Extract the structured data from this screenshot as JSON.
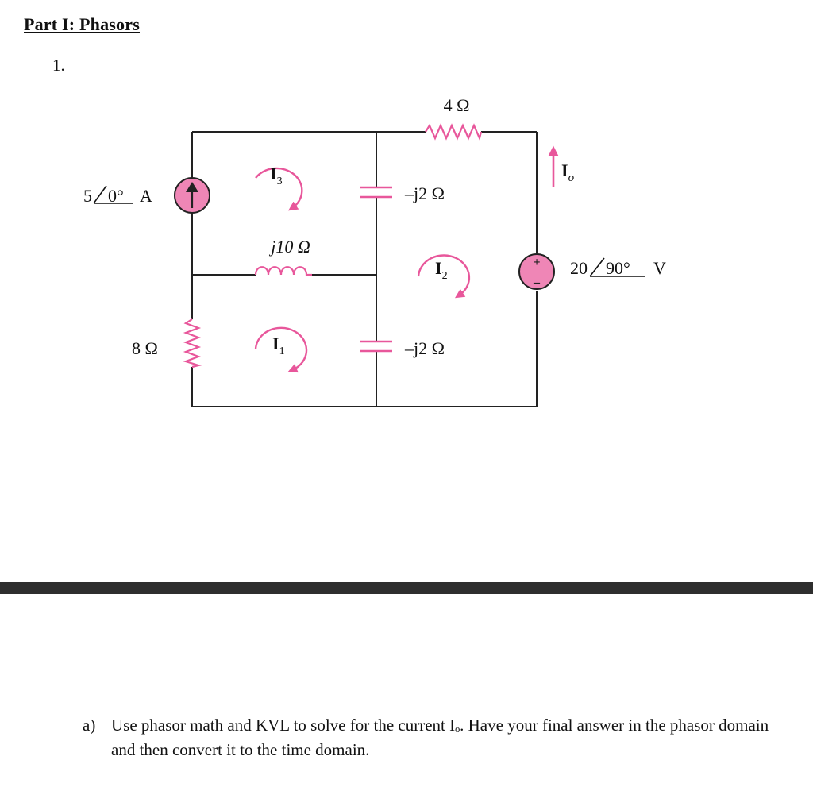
{
  "header": {
    "title": "Part I: Phasors"
  },
  "problem": {
    "number": "1."
  },
  "circuit": {
    "colors": {
      "wire": "#222222",
      "accent": "#e8579b",
      "fill": "#ef86b6"
    },
    "labels": {
      "r_top": "4 Ω",
      "src_current_mag": "5",
      "src_current_ang": "0°",
      "src_current_unit": "A",
      "cap_top": "–j2 Ω",
      "inductor": "j10 Ω",
      "r_left": "8 Ω",
      "cap_bottom": "–j2 Ω",
      "src_voltage_mag": "20",
      "src_voltage_ang": "90°",
      "src_voltage_unit": "V",
      "plus": "+",
      "minus": "–"
    },
    "mesh": {
      "i3": {
        "main": "I",
        "sub": "3"
      },
      "i2": {
        "main": "I",
        "sub": "2"
      },
      "i1": {
        "main": "I",
        "sub": "1"
      },
      "io": {
        "main": "I",
        "sub": "o"
      }
    }
  },
  "question": {
    "letter": "a)",
    "text": "Use phasor math and KVL to solve for the current Iₒ. Have your final answer in the phasor domain and then convert it to the time domain."
  }
}
